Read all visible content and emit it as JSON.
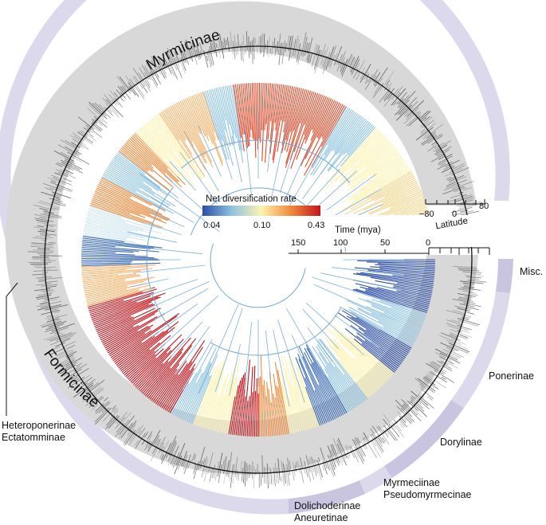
{
  "colors": {
    "subfamily_ring": "#dcd9ec",
    "subfamily_ring_alt": "#c9c5e0",
    "latitude_ring": "#d8d8d8",
    "tree_branch": "#6fa8d6",
    "rate_low": "#2c4ea3",
    "rate_mid": "#fdf3b0",
    "rate_high": "#c2151c"
  },
  "legend": {
    "title": "Net diversification rate",
    "min_label": "0.04",
    "mid_label": "0.10",
    "max_label": "0.43"
  },
  "time_axis": {
    "title": "Time (mya)",
    "ticks": [
      "150",
      "100",
      "50",
      "0"
    ]
  },
  "latitude_axis": {
    "title": "Latitude",
    "ticks": [
      "−80",
      "0",
      "80"
    ]
  },
  "subfamilies": {
    "myrmicinae": "Myrmicinae",
    "formicinae": "Formicinae",
    "misc": "Misc.",
    "ponerinae": "Ponerinae",
    "dorylinae": "Dorylinae",
    "myrmeciinae": "Myrmeciinae",
    "pseudomyrmecinae": "Pseudomyrmecinae",
    "dolichoderinae": "Dolichoderinae",
    "aneuretinae": "Aneuretinae",
    "heteroponerinae": "Heteroponerinae",
    "ectatomminae": "Ectatomminae"
  }
}
